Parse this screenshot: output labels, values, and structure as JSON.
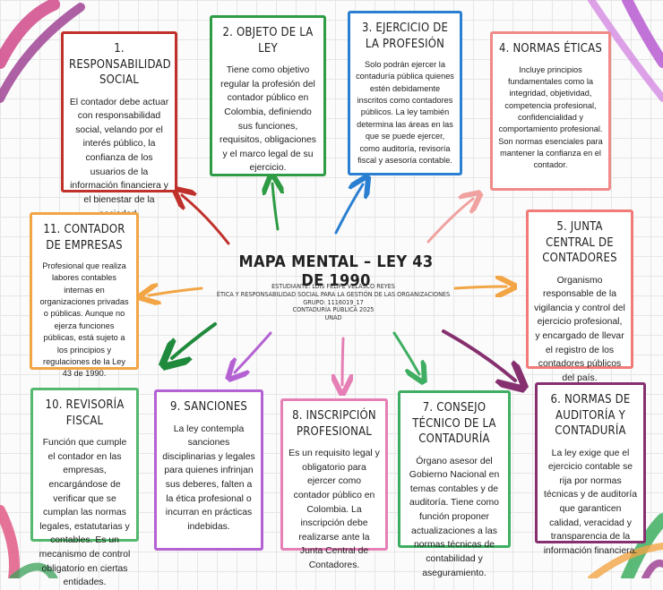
{
  "center": {
    "title": "MAPA MENTAL – LEY 43 DE 1990",
    "lines": [
      "ESTUDIANTE: LUIS FELIPE VELASCO REYES",
      "ÉTICA Y RESPONSABILIDAD SOCIAL PARA LA GESTIÓN DE LAS ORGANIZACIONES",
      "GRUPO: 1116019_17",
      "CONTADURÍA PÚBLICA 2025",
      "UNAD"
    ]
  },
  "cards": {
    "c1": {
      "title": "1. RESPONSABILIDAD SOCIAL",
      "text": "El contador debe actuar con responsabilidad social, velando por el interés público, la confianza de los usuarios de la información financiera y el bienestar de la sociedad.",
      "color": "#c0312b"
    },
    "c2": {
      "title": "2. OBJETO DE LA LEY",
      "text": "Tiene como objetivo regular la profesión del contador público en Colombia, definiendo sus funciones, requisitos, obligaciones y el marco legal de su ejercicio.",
      "color": "#2e9b45"
    },
    "c3": {
      "title": "3. EJERCICIO DE LA PROFESIÓN",
      "text": "Solo podrán ejercer la contaduría pública quienes estén debidamente inscritos como contadores públicos. La ley también determina las áreas en las que se puede ejercer, como auditoría, revisoría fiscal y asesoría contable.",
      "color": "#2a7fd1"
    },
    "c4": {
      "title": "4. NORMAS ÉTICAS",
      "text": "Incluye principios fundamentales como la integridad, objetividad, competencia profesional, confidencialidad y comportamiento profesional. Son normas esenciales para mantener la confianza en el contador.",
      "color": "#ef8a88"
    },
    "c5": {
      "title": "5. JUNTA CENTRAL DE CONTADORES",
      "text": "Organismo responsable de la vigilancia y control del ejercicio profesional, y encargado de llevar el registro de los contadores públicos del país.",
      "color": "#f07b78"
    },
    "c6": {
      "title": "6. NORMAS DE AUDITORÍA Y CONTADURÍA",
      "text": "La ley exige que el ejercicio contable se rija por normas técnicas y de auditoría que garanticen calidad, veracidad y transparencia de la información financiera.",
      "color": "#86306f"
    },
    "c7": {
      "title": "7. CONSEJO TÉCNICO DE LA CONTADURÍA",
      "text": "Órgano asesor del Gobierno Nacional en temas contables y de auditoría. Tiene como función proponer actualizaciones a las normas técnicas de contabilidad y aseguramiento.",
      "color": "#3fae62"
    },
    "c8": {
      "title": "8. INSCRIPCIÓN PROFESIONAL",
      "text": "Es un requisito legal y obligatorio para ejercer como contador público en Colombia. La inscripción debe realizarse ante la Junta Central de Contadores.",
      "color": "#e57fb6"
    },
    "c9": {
      "title": "9. SANCIONES",
      "text": "La ley contempla sanciones disciplinarias y legales para quienes infrinjan sus deberes, falten a la ética profesional o incurran en prácticas indebidas.",
      "color": "#b462d3"
    },
    "c10": {
      "title": "10. REVISORÍA FISCAL",
      "text": "Función que cumple el contador en las empresas, encargándose de verificar que se cumplan las normas legales, estatutarias y contables. Es un mecanismo de control obligatorio en ciertas entidades.",
      "color": "#54b86e"
    },
    "c11": {
      "title": "11. CONTADOR DE EMPRESAS",
      "text": "Profesional que realiza labores contables internas en organizaciones privadas o públicas. Aunque no ejerza funciones públicas, está sujeto a los principios y regulaciones de la Ley 43 de 1990.",
      "color": "#f2a545"
    }
  }
}
